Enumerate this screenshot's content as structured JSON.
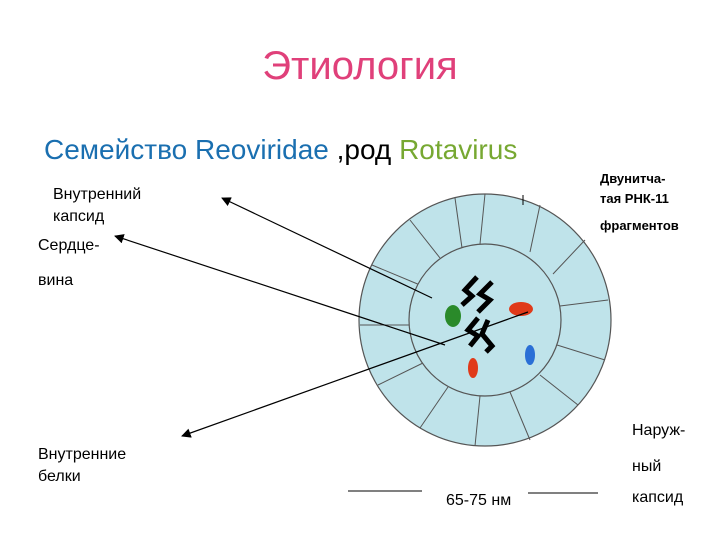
{
  "slide": {
    "title": "Этиология",
    "subtitle_family": "Семейство Reoviridae",
    "subtitle_sep": " ,род ",
    "subtitle_genus": "Rotavirus"
  },
  "labels": {
    "inner_capsid_1": "Внутренний",
    "inner_capsid_2": "капсид",
    "core_1": "Сердце-",
    "core_2": "вина",
    "inner_proteins_1": "Внутренние",
    "inner_proteins_2": "белки",
    "rna_1": "Двунитча-",
    "rna_2": "тая РНК-11",
    "rna_3": "фрагментов",
    "outer_capsid_1": "Наруж-",
    "outer_capsid_2": "ный",
    "outer_capsid_3": "капсид",
    "size": "65-75 нм"
  },
  "colors": {
    "title": "#e0407a",
    "family": "#1a6fb0",
    "genus": "#77a832",
    "capsid_fill": "#bfe3ea",
    "green_protein": "#2a8a2a",
    "red_protein": "#e03a1a",
    "blue_protein": "#2a6fd6"
  }
}
